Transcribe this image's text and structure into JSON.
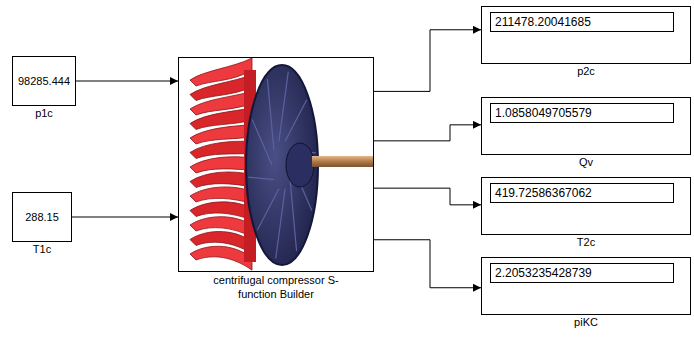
{
  "diagram": {
    "nodes": [
      {
        "text": [
          "98285.444",
          "p1c"
        ]
      },
      {
        "text": [
          "288.15",
          "T1c"
        ]
      },
      {
        "text": [
          "centrifugal compressor S-function Builder"
        ]
      },
      {
        "text": [
          "211478.20041685",
          "p2c"
        ]
      },
      {
        "text": [
          "1.0858049705579",
          "Qv"
        ]
      },
      {
        "text": [
          "419.72586367062",
          "T2c"
        ]
      },
      {
        "text": [
          "2.2053235428739",
          "piKC"
        ]
      }
    ],
    "edges": [
      {
        "from": 0,
        "to": 2,
        "arrow": "to"
      },
      {
        "from": 1,
        "to": 2,
        "arrow": "to"
      },
      {
        "from": 2,
        "to": 3,
        "arrow": "to"
      },
      {
        "from": 2,
        "to": 4,
        "arrow": "to"
      },
      {
        "from": 2,
        "to": 5,
        "arrow": "to"
      },
      {
        "from": 2,
        "to": 6,
        "arrow": "to"
      }
    ]
  }
}
